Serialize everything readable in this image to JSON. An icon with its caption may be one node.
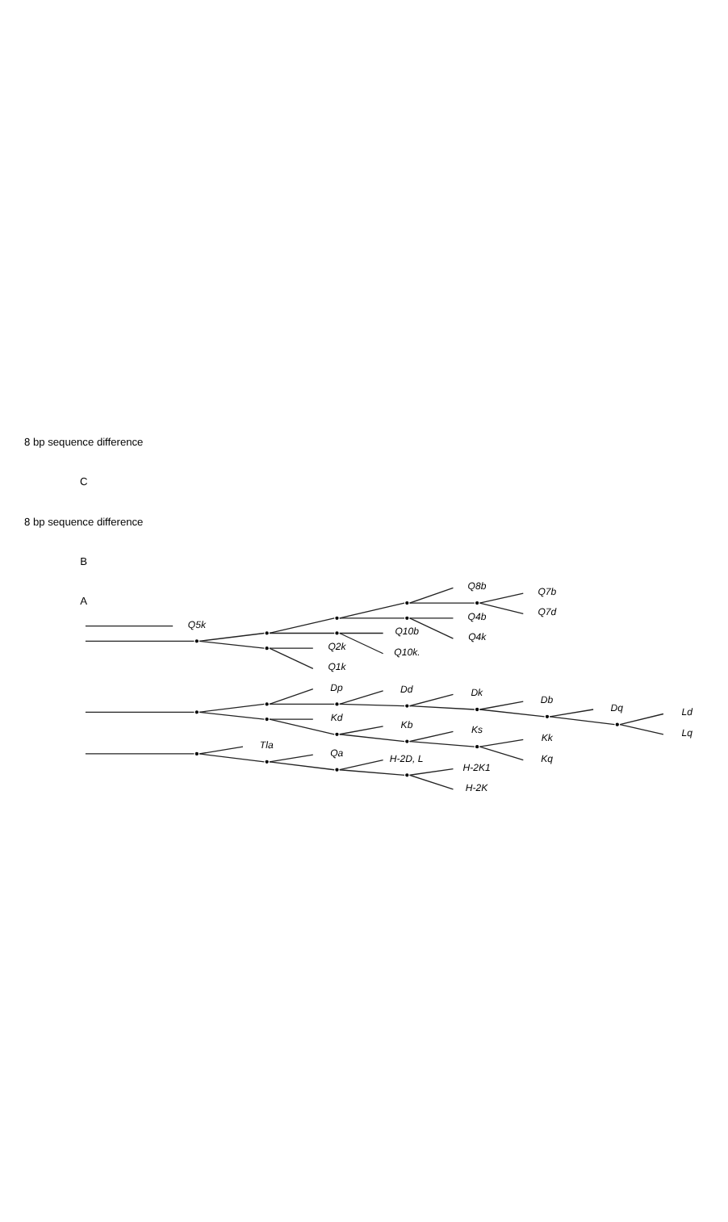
{
  "diagram": {
    "nodes": [
      {
        "text": [
          "H-2K1"
        ]
      },
      {
        "text": [
          "H-2K"
        ]
      },
      {
        "text": [
          "H-2D, L"
        ]
      },
      {
        "text": [
          "Qa"
        ]
      },
      {
        "text": [
          "Tla"
        ]
      },
      {
        "text": [],
        "shape": "point"
      },
      {
        "text": [],
        "shape": "point"
      },
      {
        "text": [],
        "shape": "point"
      },
      {
        "text": [],
        "shape": "point"
      },
      {
        "text": [
          "Ld"
        ]
      },
      {
        "text": [
          "Lq"
        ]
      },
      {
        "text": [
          "Dq"
        ]
      },
      {
        "text": [
          "Db"
        ]
      },
      {
        "text": [
          "Dk"
        ]
      },
      {
        "text": [
          "Dd"
        ]
      },
      {
        "text": [
          "Dp"
        ]
      },
      {
        "text": [
          "Kd"
        ]
      },
      {
        "text": [
          "Kb"
        ]
      },
      {
        "text": [
          "Ks"
        ]
      },
      {
        "text": [
          "Kk"
        ]
      },
      {
        "text": [
          "Kq"
        ]
      },
      {
        "text": [],
        "shape": "point"
      },
      {
        "text": [],
        "shape": "point"
      },
      {
        "text": [],
        "shape": "point"
      },
      {
        "text": [],
        "shape": "point"
      },
      {
        "text": [],
        "shape": "point"
      },
      {
        "text": [],
        "shape": "point"
      },
      {
        "text": [],
        "shape": "point"
      },
      {
        "text": [],
        "shape": "point"
      },
      {
        "text": [],
        "shape": "point"
      },
      {
        "text": [],
        "shape": "point"
      },
      {
        "text": [],
        "shape": "point"
      },
      {
        "text": [
          "Q7b"
        ]
      },
      {
        "text": [
          "Q7d"
        ]
      },
      {
        "text": [
          "Q8b"
        ]
      },
      {
        "text": [
          "Q4b"
        ]
      },
      {
        "text": [
          "Q4k"
        ]
      },
      {
        "text": [
          "Q10b"
        ]
      },
      {
        "text": [
          "Q10k."
        ]
      },
      {
        "text": [
          "Q2k"
        ]
      },
      {
        "text": [
          "Q1k"
        ]
      },
      {
        "text": [
          "Q5k"
        ]
      },
      {
        "text": [],
        "shape": "point"
      },
      {
        "text": [],
        "shape": "point"
      },
      {
        "text": [],
        "shape": "point"
      },
      {
        "text": [],
        "shape": "point"
      },
      {
        "text": [],
        "shape": "point"
      },
      {
        "text": [],
        "shape": "point"
      },
      {
        "text": [],
        "shape": "point"
      },
      {
        "text": [],
        "shape": "point"
      }
    ],
    "edges": [
      {
        "from": null,
        "to": 5,
        "arrow": "none"
      },
      {
        "from": 5,
        "to": 6,
        "arrow": "none"
      },
      {
        "from": 5,
        "to": 4,
        "arrow": "none"
      },
      {
        "from": 6,
        "to": 7,
        "arrow": "none"
      },
      {
        "from": 6,
        "to": 3,
        "arrow": "none"
      },
      {
        "from": 7,
        "to": 8,
        "arrow": "none"
      },
      {
        "from": 7,
        "to": 2,
        "arrow": "none"
      },
      {
        "from": 8,
        "to": 0,
        "arrow": "none"
      },
      {
        "from": 8,
        "to": 1,
        "arrow": "none"
      },
      {
        "from": null,
        "to": 21,
        "arrow": "none"
      },
      {
        "from": 21,
        "to": 22,
        "arrow": "none"
      },
      {
        "from": 21,
        "to": 23,
        "arrow": "none"
      },
      {
        "from": 22,
        "to": 24,
        "arrow": "none"
      },
      {
        "from": 22,
        "to": 15,
        "arrow": "none"
      },
      {
        "from": 24,
        "to": 25,
        "arrow": "none"
      },
      {
        "from": 24,
        "to": 14,
        "arrow": "none"
      },
      {
        "from": 25,
        "to": 26,
        "arrow": "none"
      },
      {
        "from": 25,
        "to": 13,
        "arrow": "none"
      },
      {
        "from": 26,
        "to": 27,
        "arrow": "none"
      },
      {
        "from": 26,
        "to": 12,
        "arrow": "none"
      },
      {
        "from": 27,
        "to": 28,
        "arrow": "none"
      },
      {
        "from": 27,
        "to": 11,
        "arrow": "none"
      },
      {
        "from": 28,
        "to": 9,
        "arrow": "none"
      },
      {
        "from": 28,
        "to": 10,
        "arrow": "none"
      },
      {
        "from": 23,
        "to": 16,
        "arrow": "none"
      },
      {
        "from": 23,
        "to": 29,
        "arrow": "none"
      },
      {
        "from": 29,
        "to": 17,
        "arrow": "none"
      },
      {
        "from": 29,
        "to": 30,
        "arrow": "none"
      },
      {
        "from": 30,
        "to": 18,
        "arrow": "none"
      },
      {
        "from": 30,
        "to": 31,
        "arrow": "none"
      },
      {
        "from": 31,
        "to": 19,
        "arrow": "none"
      },
      {
        "from": 31,
        "to": 20,
        "arrow": "none"
      },
      {
        "from": null,
        "to": 42,
        "arrow": "none"
      },
      {
        "from": 42,
        "to": 43,
        "arrow": "none"
      },
      {
        "from": 42,
        "to": 44,
        "arrow": "none"
      },
      {
        "from": 43,
        "to": 45,
        "arrow": "none"
      },
      {
        "from": 43,
        "to": 49,
        "arrow": "none"
      },
      {
        "from": 45,
        "to": 46,
        "arrow": "none"
      },
      {
        "from": 45,
        "to": 48,
        "arrow": "none"
      },
      {
        "from": 46,
        "to": 47,
        "arrow": "none"
      },
      {
        "from": 46,
        "to": 34,
        "arrow": "none"
      },
      {
        "from": 47,
        "to": 32,
        "arrow": "none"
      },
      {
        "from": 47,
        "to": 33,
        "arrow": "none"
      },
      {
        "from": 48,
        "to": 35,
        "arrow": "none"
      },
      {
        "from": 48,
        "to": 36,
        "arrow": "none"
      },
      {
        "from": 49,
        "to": 37,
        "arrow": "none"
      },
      {
        "from": 49,
        "to": 38,
        "arrow": "none"
      },
      {
        "from": 44,
        "to": 39,
        "arrow": "none"
      },
      {
        "from": 44,
        "to": 40,
        "arrow": "none"
      },
      {
        "from": null,
        "to": 41,
        "arrow": "none"
      }
    ],
    "labels": [
      "A",
      "B",
      "8 bp sequence difference",
      "C",
      "8 bp sequence difference"
    ]
  }
}
